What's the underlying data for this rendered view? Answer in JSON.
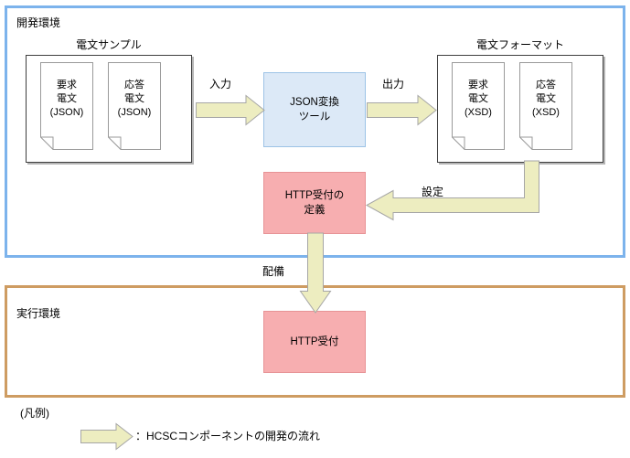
{
  "diagram": {
    "environments": [
      {
        "id": "dev",
        "label": "開発環境",
        "border_color": "#7CB3EC"
      },
      {
        "id": "run",
        "label": "実行環境",
        "border_color": "#CE9C62"
      }
    ],
    "groups": [
      {
        "id": "sample",
        "title": "電文サンプル"
      },
      {
        "id": "format",
        "title": "電文フォーマット"
      }
    ],
    "documents": [
      {
        "id": "req-json",
        "line1": "要求",
        "line2": "電文",
        "line3": "(JSON)"
      },
      {
        "id": "res-json",
        "line1": "応答",
        "line2": "電文",
        "line3": "(JSON)"
      },
      {
        "id": "req-xsd",
        "line1": "要求",
        "line2": "電文",
        "line3": "(XSD)"
      },
      {
        "id": "res-xsd",
        "line1": "応答",
        "line2": "電文",
        "line3": "(XSD)"
      }
    ],
    "processes": [
      {
        "id": "json-tool",
        "label": "JSON変換\nツール",
        "fill": "#DCE9F7",
        "stroke": "#9DC3E6"
      },
      {
        "id": "http-def",
        "label": "HTTP受付の\n定義",
        "fill": "#F7AEB0",
        "stroke": "#E79396"
      },
      {
        "id": "http-recv",
        "label": "HTTP受付",
        "fill": "#F7AEB0",
        "stroke": "#E79396"
      }
    ],
    "flows": [
      {
        "id": "input",
        "label": "入力"
      },
      {
        "id": "output",
        "label": "出力"
      },
      {
        "id": "config",
        "label": "設定"
      },
      {
        "id": "deploy",
        "label": "配備"
      }
    ],
    "arrow_style": {
      "fill": "#EDEDC0",
      "stroke": "#A6A6A6"
    },
    "legend": {
      "title": "(凡例)",
      "text": "：HCSCコンポーネントの開発の流れ"
    }
  }
}
